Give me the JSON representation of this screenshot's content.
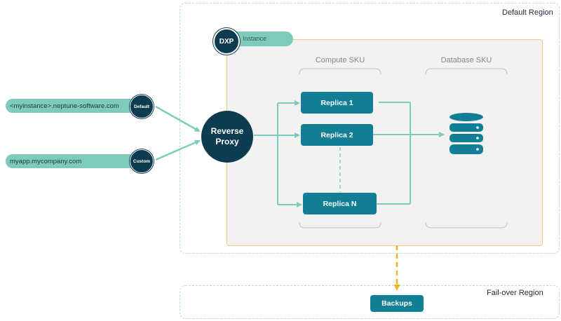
{
  "regions": {
    "default_label": "Default Region",
    "failover_label": "Fail-over Region"
  },
  "instance": {
    "badge": "DXP",
    "label": "Instance"
  },
  "columns": {
    "compute": "Compute SKU",
    "database": "Database SKU"
  },
  "replicas": [
    "Replica 1",
    "Replica 2",
    "Replica N"
  ],
  "proxy": {
    "line1": "Reverse",
    "line2": "Proxy"
  },
  "urls": [
    {
      "text": "<myinstance>.neptune-software.com",
      "badge": "Default"
    },
    {
      "text": "myapp.mycompany.com",
      "badge": "Custom"
    }
  ],
  "backups": "Backups",
  "colors": {
    "arrow": "#7fcbb9",
    "dark": "#0d3b4f",
    "replica": "#137f96",
    "failover_arrow": "#f0b323",
    "instance_border": "#f4c87a"
  }
}
